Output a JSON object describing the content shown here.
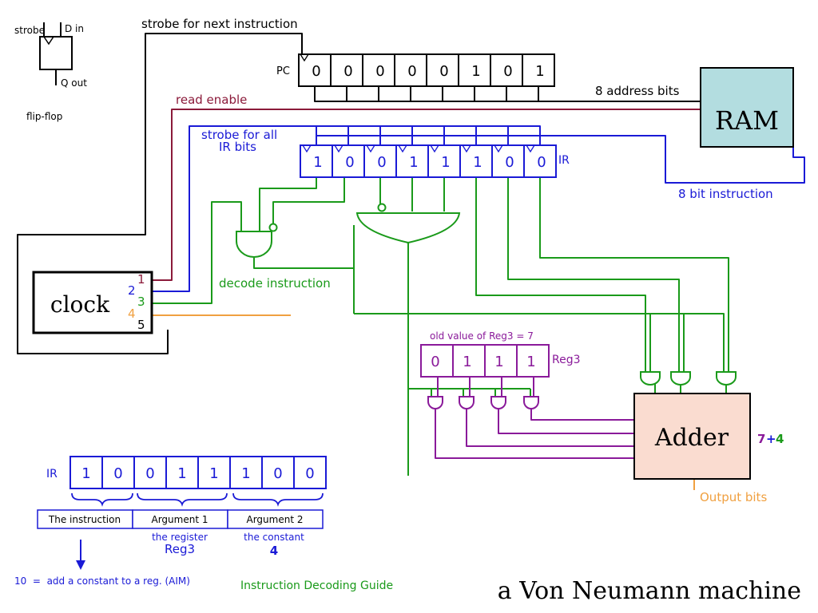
{
  "flipflop": {
    "strobe": "strobe",
    "d_in": "D in",
    "q_out": "Q out",
    "caption": "flip-flop"
  },
  "labels": {
    "strobe_next": "strobe for next instruction",
    "pc": "PC",
    "address_bits": "8 address bits",
    "read_enable": "read enable",
    "ram": "RAM",
    "strobe_ir_1": "strobe for all",
    "strobe_ir_2": "IR bits",
    "ir": "IR",
    "instruction_bits": "8 bit instruction",
    "decode": "decode instruction",
    "clock": "clock",
    "old_value": "old value of Reg3 = 7",
    "reg3": "Reg3",
    "adder": "Adder",
    "sum_a": "7",
    "sum_op": "+",
    "sum_b": "4",
    "output_bits": "Output bits",
    "title": "a Von Neumann machine"
  },
  "clock_phases": [
    "1",
    "2",
    "3",
    "4",
    "5"
  ],
  "pc_bits": [
    "0",
    "0",
    "0",
    "0",
    "0",
    "1",
    "0",
    "1"
  ],
  "ir_bits": [
    "1",
    "0",
    "0",
    "1",
    "1",
    "1",
    "0",
    "0"
  ],
  "reg3_bits": [
    "0",
    "1",
    "1",
    "1"
  ],
  "guide": {
    "ir_label": "IR",
    "bits": [
      "1",
      "0",
      "0",
      "1",
      "1",
      "1",
      "0",
      "0"
    ],
    "fields": [
      "The instruction",
      "Argument 1",
      "Argument 2"
    ],
    "arg1_sub1": "the register",
    "arg1_sub2": "Reg3",
    "arg2_sub1": "the constant",
    "arg2_sub2": "4",
    "opcode_note": "10  =  add a constant to a reg. (AIM)",
    "caption": "Instruction Decoding Guide"
  },
  "colors": {
    "black": "#000000",
    "maroon": "#8b1a3a",
    "blue": "#1a1ad6",
    "green": "#1a9a1a",
    "orange": "#f0a040",
    "purple": "#8a1a9a",
    "ram_fill": "#b3dde0",
    "adder_fill": "#fadcd0"
  }
}
